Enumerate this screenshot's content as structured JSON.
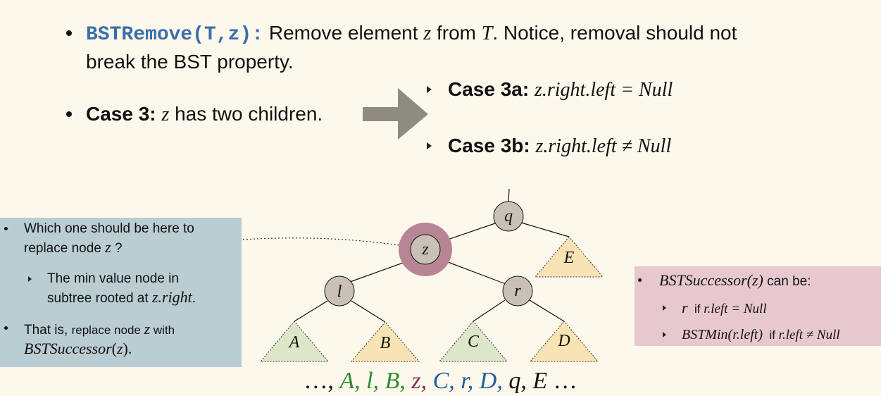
{
  "header": {
    "bullet1": {
      "code": "BSTRemove(T,z)",
      "colon": ":",
      "text_a": " Remove element ",
      "z": "z",
      "text_b": " from ",
      "T": "T",
      "text_c": ". Notice, removal should not",
      "line2": "break the BST property."
    },
    "bullet2": {
      "label": "Case 3",
      "colon": ":",
      "z": "z",
      "text": " has two children."
    }
  },
  "cases": [
    {
      "label": "Case 3a",
      "colon": ":",
      "expr": "z.right.left = Null"
    },
    {
      "label": "Case 3b",
      "colon": ":",
      "expr": "z.right.left ≠ Null"
    }
  ],
  "left_panel": {
    "q_line1": "Which one should be here to",
    "q_line2_a": "replace node ",
    "q_line2_z": "z",
    "q_line2_b": " ?",
    "a_line1": "The min value node  in",
    "a_line2_a": "subtree rooted at ",
    "a_line2_b": "z.right",
    "a_line2_c": ".",
    "t_line1_a": "That is, ",
    "t_line1_b": "replace node ",
    "t_line1_z": "z",
    "t_line1_c": " with",
    "t_line2_a": "BSTSuccessor",
    "t_line2_b": "(",
    "t_line2_z": "z",
    "t_line2_c": ")."
  },
  "right_panel": {
    "title_fn": "BSTSuccessor(z)",
    "title_rest": " can be:",
    "item1_r": "r",
    "item1_if": "  if ",
    "item1_cond": "r.left = Null",
    "item2_fn": "BSTMin(r.left)",
    "item2_if": "  if ",
    "item2_cond": "r.left ≠ Null"
  },
  "tree": {
    "nodes": [
      "q",
      "z",
      "l",
      "r"
    ],
    "subtrees": [
      "A",
      "B",
      "C",
      "D",
      "E"
    ]
  },
  "sequence": {
    "start": "…, ",
    "A": "A, ",
    "l": "l, ",
    "B": "B, ",
    "z": "z, ",
    "C": "C, ",
    "r": "r, ",
    "D": "D, ",
    "q": "q, ",
    "E": "E ",
    "end": "…"
  },
  "colors": {
    "background": "#fcf8ec",
    "code": "#3b6fa8",
    "arrow": "#8e8b83",
    "node_fill": "#c9c0b8",
    "z_highlight": "#b88594",
    "subtree_green": "#dce6c8",
    "subtree_yellow": "#f7e3b3",
    "panel_left": "#b9cdd2",
    "panel_right": "#e8c8cf",
    "seq_green": "#2e8b2e",
    "seq_purple": "#8a2a5a",
    "seq_blue": "#1f5f9a"
  }
}
